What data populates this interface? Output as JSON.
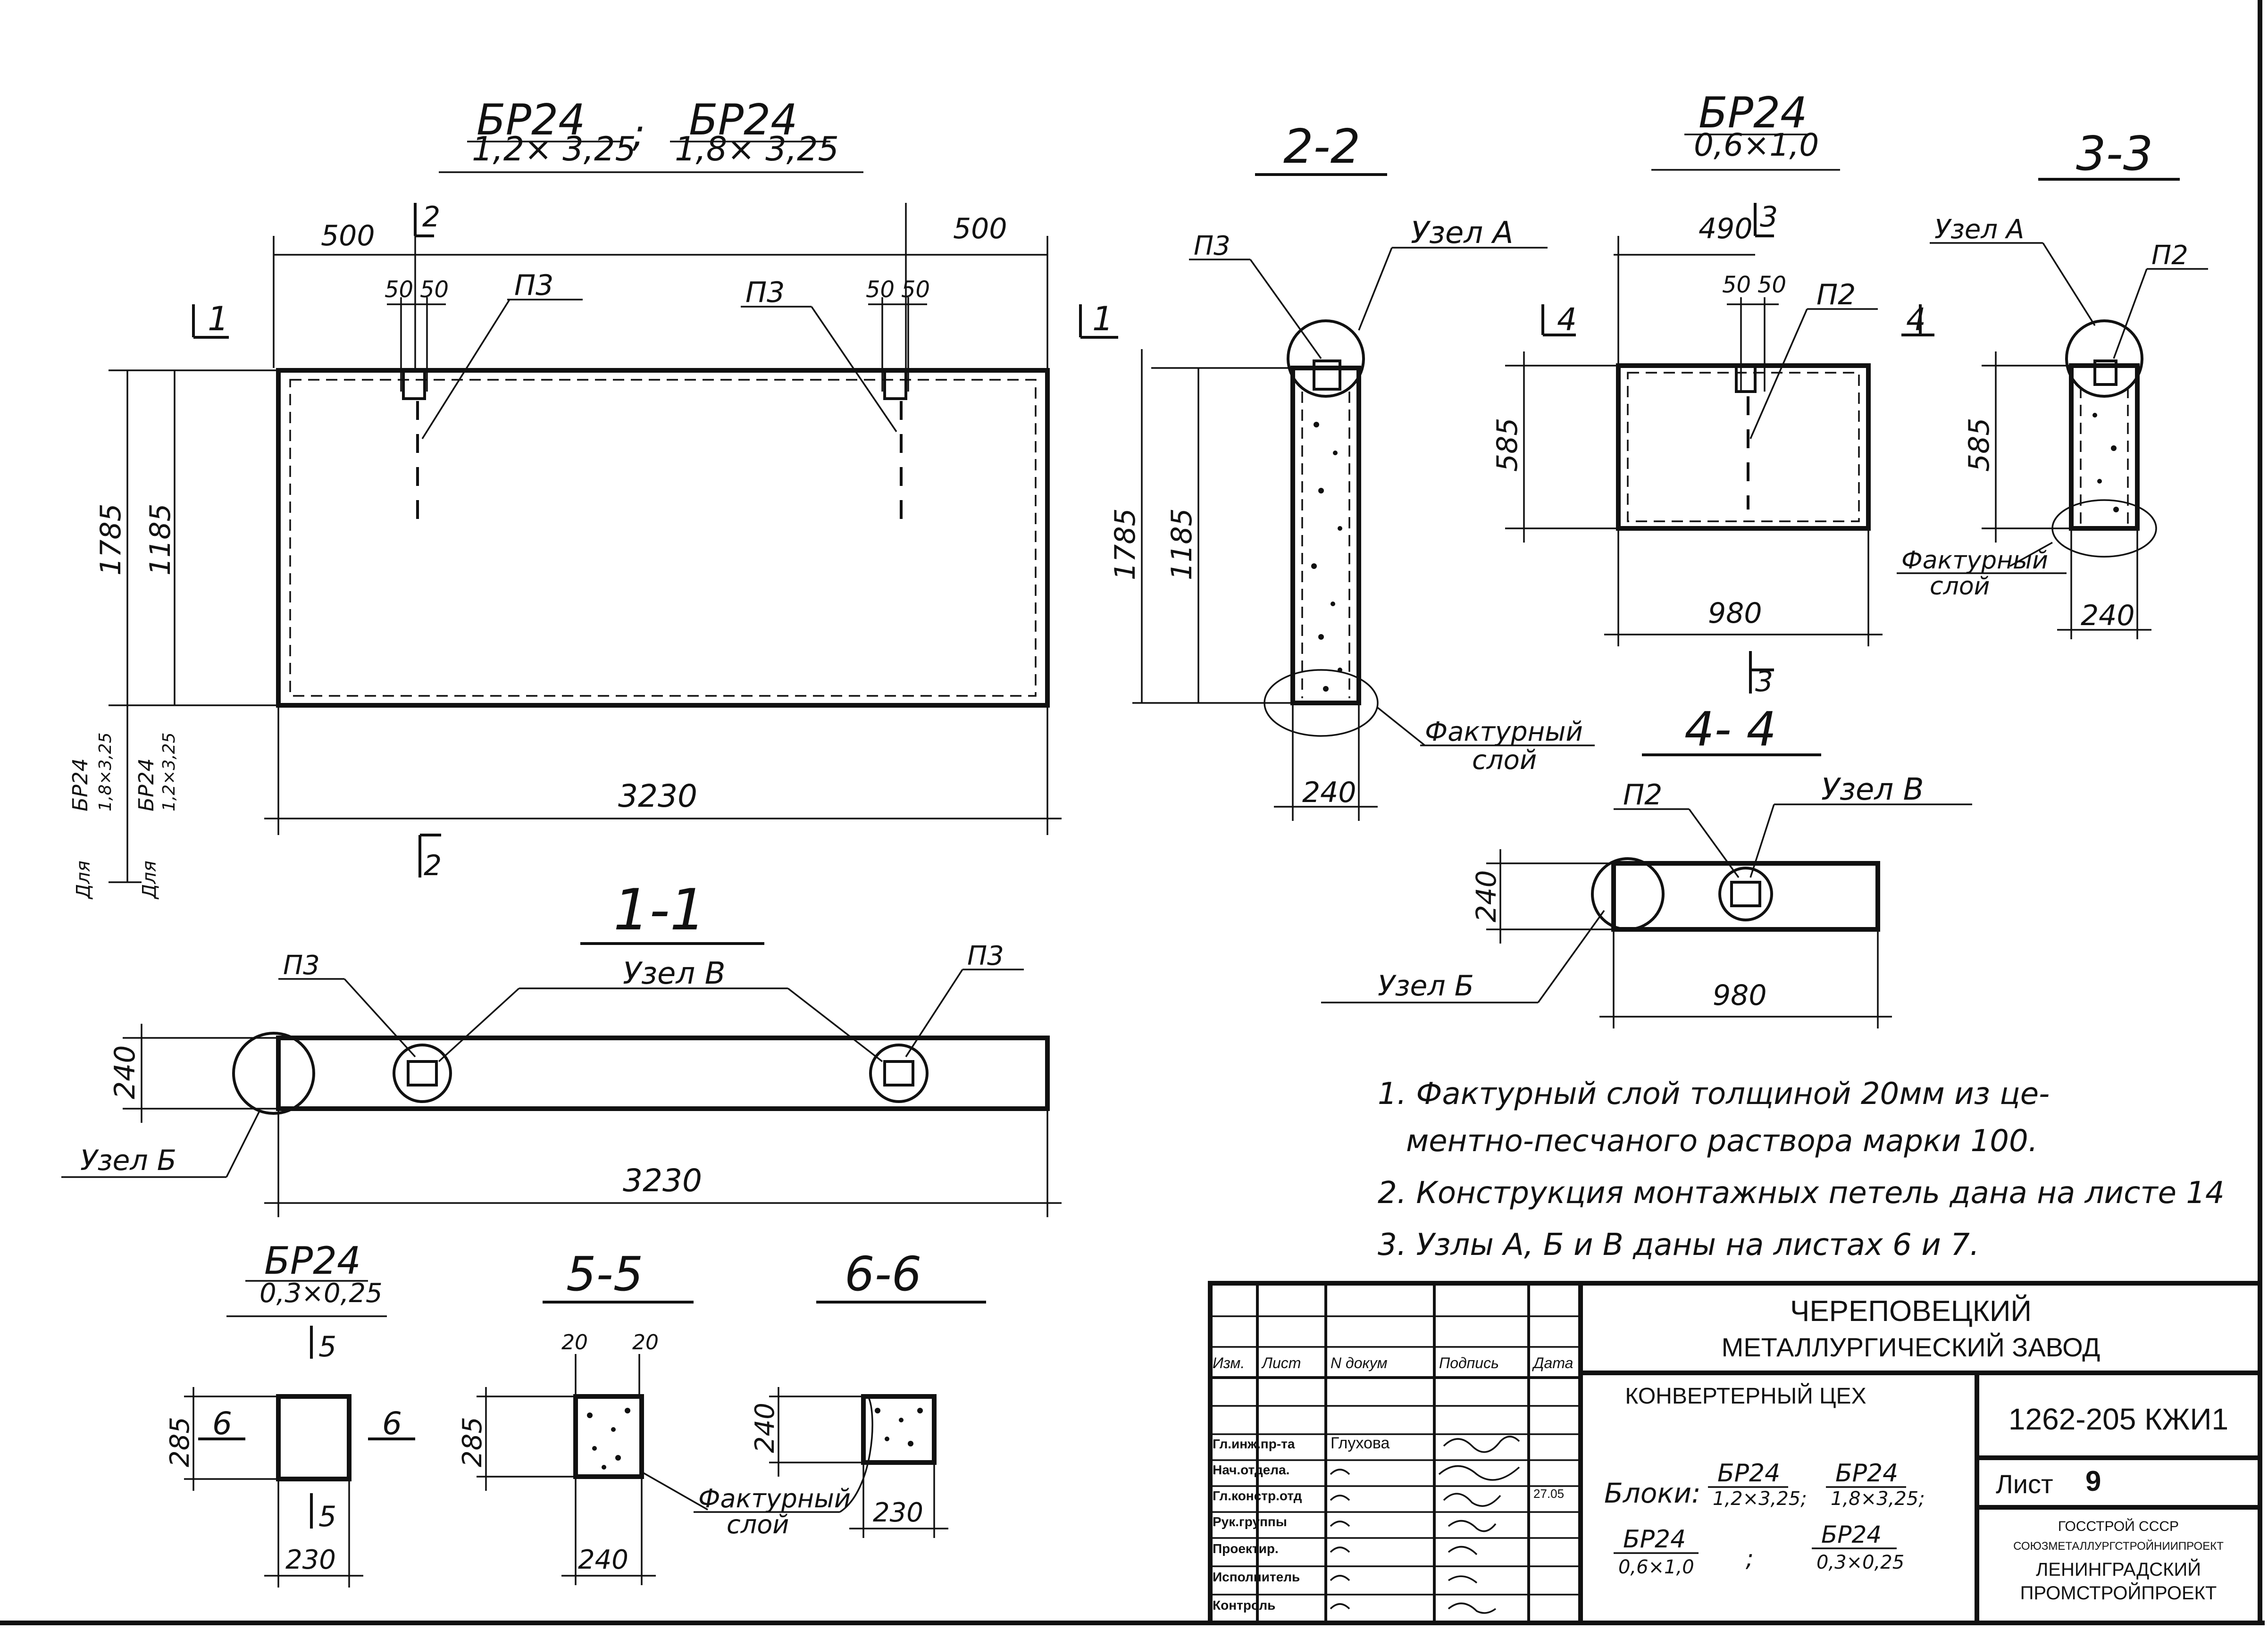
{
  "main_view": {
    "title_left_top": "БР24",
    "title_left_bottom": "1,2× 3,25",
    "title_separator": ";",
    "title_right_top": "БР24",
    "title_right_bottom": "1,8× 3,25",
    "dim_left": "500",
    "dim_right": "500",
    "section_2_mark": "2",
    "dim_50a": "50",
    "dim_50b": "50",
    "dim_50c": "50",
    "dim_50d": "50",
    "loop_left": "П3",
    "loop_right": "П3",
    "section_1_left": "1",
    "section_1_right": "1",
    "dim_1785": "1785",
    "dim_1185": "1185",
    "dim_3230": "3230",
    "note_a_top": "БР24",
    "note_a_bottom": "1,8×3,25",
    "note_b_top": "БР24",
    "note_b_bottom": "1,2×3,25",
    "note_a_prefix": "Для",
    "note_b_prefix": "Для",
    "section_2_bottom": "2"
  },
  "section_2_2": {
    "title": "2-2",
    "loop": "П3",
    "node": "Узел А",
    "dim_1785": "1785",
    "dim_1185": "1185",
    "dim_240": "240",
    "texture_line1": "Фактурный",
    "texture_line2": "слой"
  },
  "small_view": {
    "title_top": "БР24",
    "title_bottom": "0,6×1,0",
    "dim_490": "490",
    "section_3_mark": "3",
    "dim_50a": "50",
    "dim_50b": "50",
    "loop": "П2",
    "section_4_left": "4",
    "section_4_right": "4",
    "dim_585": "585",
    "dim_980": "980",
    "section_3_bottom": "3"
  },
  "section_3_3": {
    "title": "3-3",
    "node": "Узел А",
    "loop": "П2",
    "dim_585": "585",
    "dim_240": "240",
    "texture_line1": "Фактурный",
    "texture_line2": "слой"
  },
  "section_4_4": {
    "title": "4- 4",
    "loop": "П2",
    "node_b": "Узел В",
    "node_b2": "Узел Б",
    "dim_240": "240",
    "dim_980": "980"
  },
  "section_1_1": {
    "title": "1-1",
    "loop_left": "П3",
    "loop_right": "П3",
    "node_v": "Узел В",
    "node_b": "Узел Б",
    "dim_240": "240",
    "dim_3230": "3230"
  },
  "notes": {
    "line1": "1. Фактурный  слой   толщиной  20мм  из  це-",
    "line2": "ментно-песчаного  раствора  марки  100.",
    "line3": "2. Конструкция  монтажных  петель  дана  на  листе 14",
    "line4": "3. Узлы    А, Б и В  даны  на  листах   6 и 7."
  },
  "small_block": {
    "title_top": "БР24",
    "title_bottom": "0,3×0,25",
    "section_5_top": "5",
    "section_5_bottom": "5",
    "section_6_left": "6",
    "section_6_right": "6",
    "dim_285": "285",
    "dim_230": "230"
  },
  "section_5_5": {
    "title": "5-5",
    "dim_20a": "20",
    "dim_20b": "20",
    "dim_285": "285",
    "dim_240": "240",
    "texture_line1": "Фактурный",
    "texture_line2": "слой"
  },
  "section_6_6": {
    "title": "6-6",
    "dim_240": "240",
    "dim_230": "230"
  },
  "title_block": {
    "org_line1": "ЧЕРЕПОВЕЦКИЙ",
    "org_line2": "МЕТАЛЛУРГИЧЕСКИЙ ЗАВОД",
    "shop": "КОНВЕРТЕРНЫЙ ЦЕХ",
    "doc_code": "1262-205 КЖИ1",
    "sheet_label": "Лист",
    "sheet_no": "9",
    "blocks_label": "Блоки:",
    "blk1_top": "БР24",
    "blk1_bottom": "1,2×3,25;",
    "blk2_top": "БР24",
    "blk2_bottom": "1,8×3,25;",
    "blk3_top": "БР24",
    "blk3_bottom": "0,6×1,0",
    "blk_sep": ";",
    "blk4_top": "БР24",
    "blk4_bottom": "0,3×0,25",
    "gosstroy": "ГОССТРОЙ СССР",
    "soyuz": "СОЮЗМЕТАЛЛУРГСТРОЙНИИПРОЕКТ",
    "inst_line1": "ЛЕНИНГРАДСКИЙ",
    "inst_line2": "ПРОМСТРОЙПРОЕКТ",
    "date_note": "27.05",
    "col_headers": [
      "Изм.",
      "Лист",
      "N докум",
      "Подпись",
      "Дата"
    ],
    "roles": [
      "Гл.инж.пр-та",
      "Нач.отдела.",
      "Гл.констр.отд",
      "Рук.группы",
      "Проектир.",
      "Исполнитель",
      "Контроль"
    ],
    "names": [
      "Глухова",
      "",
      "",
      "",
      "",
      "",
      ""
    ]
  }
}
